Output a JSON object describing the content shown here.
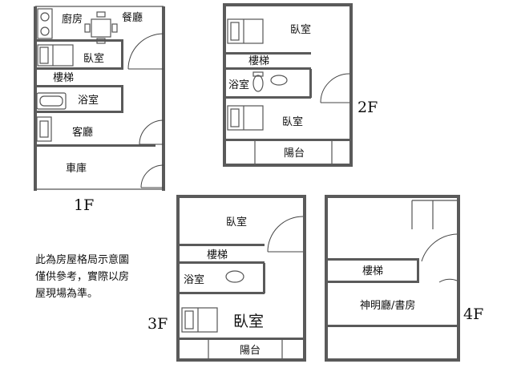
{
  "floors": {
    "f1": {
      "name": "1F",
      "rooms": {
        "kitchen": "廚房",
        "dining": "餐廳",
        "bedroom": "臥室",
        "stairs": "樓梯",
        "bathroom": "浴室",
        "living": "客廳",
        "garage": "車庫"
      }
    },
    "f2": {
      "name": "2F",
      "rooms": {
        "bedroom_top": "臥室",
        "stairs": "樓梯",
        "bathroom": "浴室",
        "bedroom_bottom": "臥室",
        "balcony": "陽台"
      }
    },
    "f3": {
      "name": "3F",
      "rooms": {
        "bedroom_top": "臥室",
        "stairs": "樓梯",
        "bathroom": "浴室",
        "bedroom_bottom": "臥室",
        "balcony": "陽台"
      }
    },
    "f4": {
      "name": "4F",
      "rooms": {
        "stairs": "樓梯",
        "shrine_study": "神明廳/書房"
      }
    }
  },
  "note": {
    "lines": [
      "此為房屋格局示意圖",
      "僅供參考，實際以房",
      "屋現場為準。"
    ]
  }
}
